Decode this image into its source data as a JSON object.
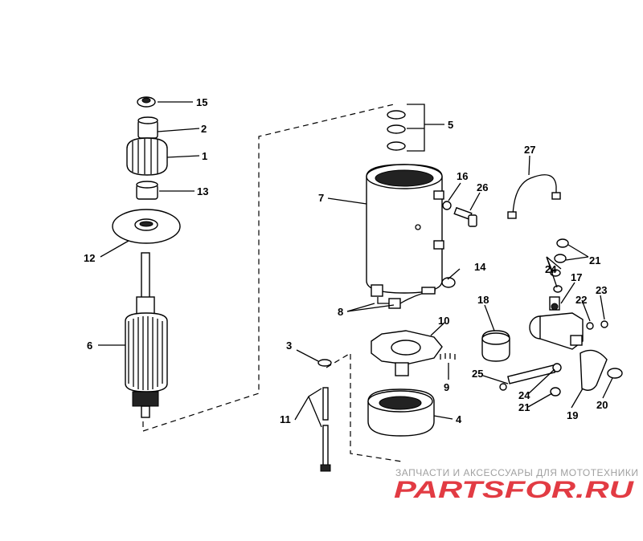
{
  "callouts": {
    "c1": "1",
    "c2": "2",
    "c3": "3",
    "c4": "4",
    "c5": "5",
    "c6": "6",
    "c7": "7",
    "c8": "8",
    "c9": "9",
    "c10": "10",
    "c11": "11",
    "c12": "12",
    "c13": "13",
    "c14": "14",
    "c15": "15",
    "c16": "16",
    "c17": "17",
    "c18": "18",
    "c19": "19",
    "c20": "20",
    "c21a": "21",
    "c21b": "21",
    "c22": "22",
    "c23": "23",
    "c24a": "24",
    "c24b": "24",
    "c25": "25",
    "c26": "26",
    "c27": "27"
  },
  "watermark": {
    "tagline": "ЗАПЧАСТИ И АКСЕССУАРЫ ДЛЯ МОТОТЕХНИКИ",
    "logo_text": "PARTSFOR.RU",
    "logo_color": "#e23b43"
  }
}
